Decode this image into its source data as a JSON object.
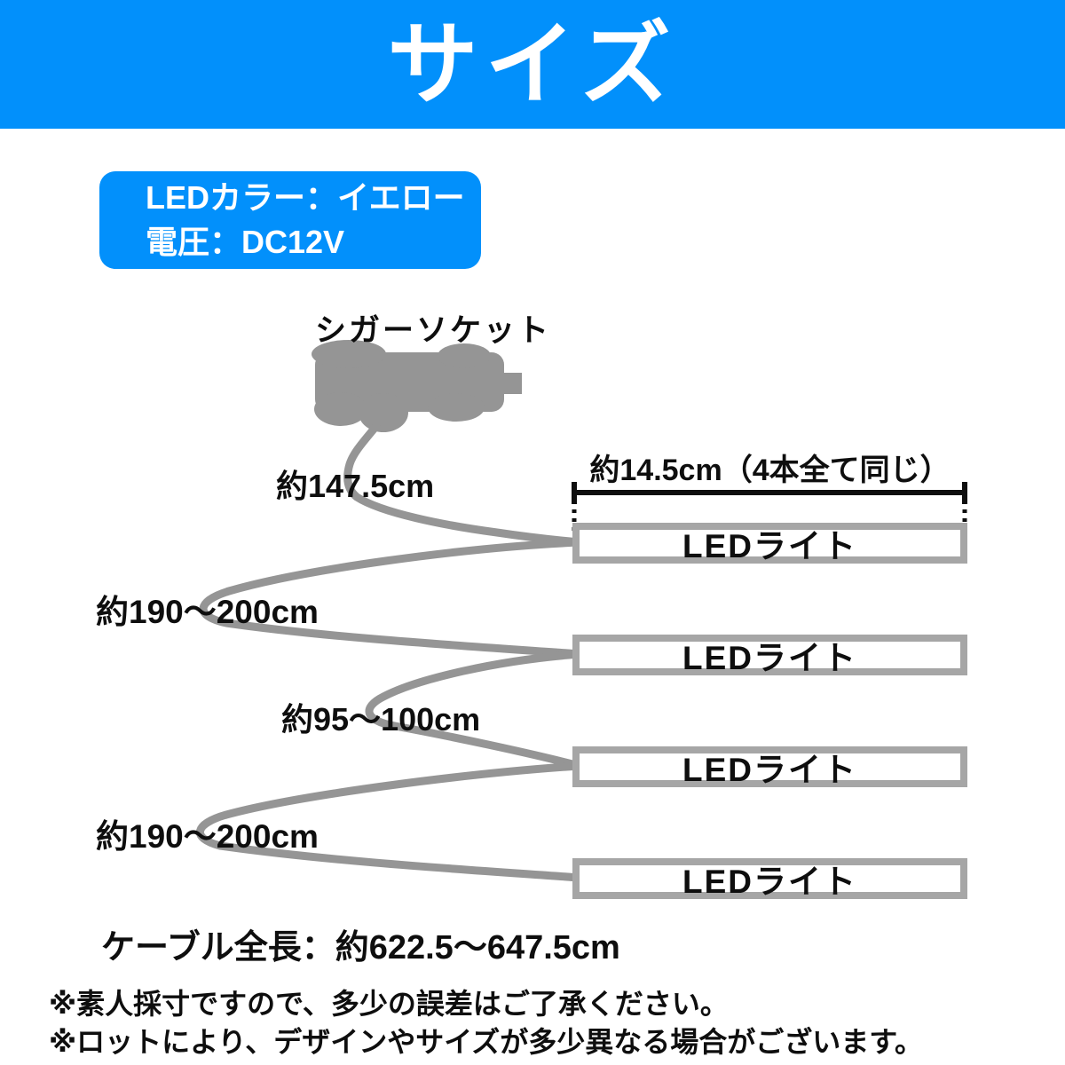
{
  "header": {
    "title": "サイズ"
  },
  "info_box": {
    "line1": "LEDカラー：イエロー",
    "line2": "電圧：DC12V"
  },
  "diagram": {
    "socket_label": "シガーソケット",
    "bar_length_label": "約14.5cm（4本全て同じ）",
    "cable_labels": [
      "約147.5cm",
      "約190〜200cm",
      "約95〜100cm",
      "約190〜200cm"
    ],
    "led_bars": [
      {
        "label": "LEDライト"
      },
      {
        "label": "LEDライト"
      },
      {
        "label": "LEDライト"
      },
      {
        "label": "LEDライト"
      }
    ],
    "total_length_label": "ケーブル全長：約622.5〜647.5cm"
  },
  "notes": [
    "※素人採寸ですので、多少の誤差はご了承ください。",
    "※ロットにより、デザインやサイズが多少異なる場合がございます。"
  ],
  "colors": {
    "accent_blue": "#0290fb",
    "cable_gray": "#959595",
    "bar_border_gray": "#a6a6a6",
    "text_black": "#0e0e0e",
    "white": "#ffffff"
  }
}
